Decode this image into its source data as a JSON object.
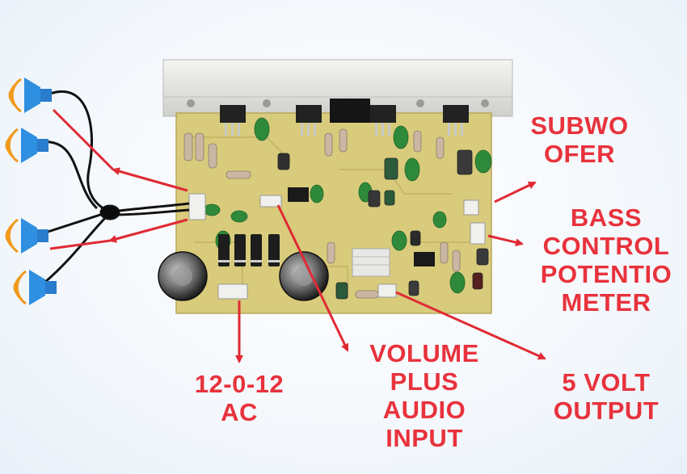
{
  "colors": {
    "label": "#e8323c",
    "arrow": "#e02a34",
    "pcb": "#d8cb7c",
    "heatsink": "#e6e6e2",
    "speaker_cone": "#2f8fe0",
    "speaker_ring": "#f09a1e"
  },
  "icons": [
    "speaker-icon",
    "speaker-icon",
    "speaker-icon",
    "speaker-icon"
  ],
  "labels": {
    "subwoofer": [
      "SUBWO",
      "OFER"
    ],
    "bass_control": [
      "BASS",
      "CONTROL",
      "POTENTIO",
      "METER"
    ],
    "ac_input": [
      "12-0-12",
      "AC"
    ],
    "volume": [
      "VOLUME",
      "PLUS",
      "AUDIO",
      "INPUT"
    ],
    "five_volt": [
      "5 VOLT",
      "OUTPUT"
    ]
  }
}
